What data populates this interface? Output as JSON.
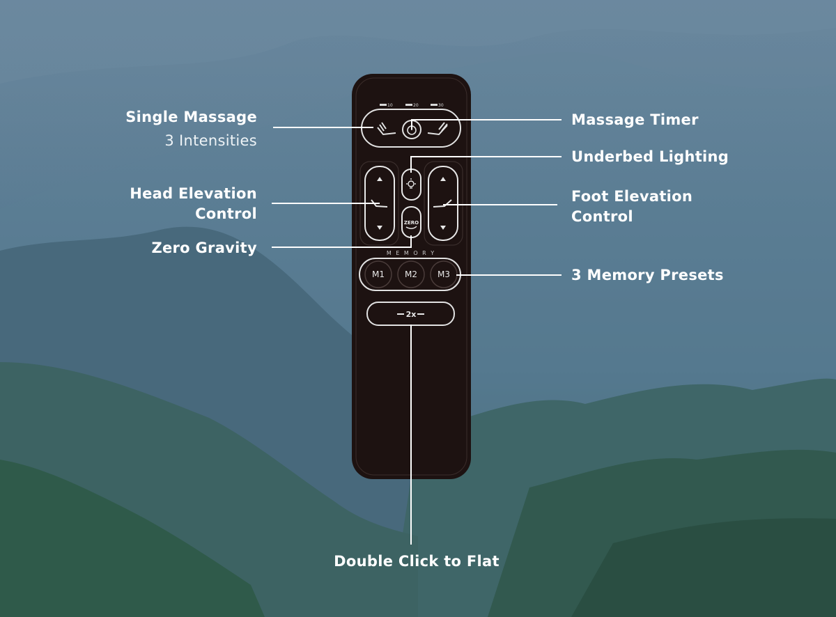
{
  "labels": {
    "single_massage": "Single Massage",
    "intensities": "3 Intensities",
    "head_elevation_1": "Head Elevation",
    "head_elevation_2": "Control",
    "zero_gravity": "Zero Gravity",
    "massage_timer": "Massage Timer",
    "underbed_lighting": "Underbed Lighting",
    "foot_elevation_1": "Foot Elevation",
    "foot_elevation_2": "Control",
    "memory_presets": "3 Memory Presets",
    "double_click": "Double Click to Flat"
  },
  "remote": {
    "timer_marks": [
      "10",
      "20",
      "30"
    ],
    "memory_label": "M E M O R Y",
    "presets": [
      "M1",
      "M2",
      "M3"
    ],
    "zero_label": "ZERO",
    "flat_label": "2x"
  },
  "colors": {
    "remote_body": "#1d1211",
    "remote_outline": "#d8d8d8",
    "callout_line": "#ffffff",
    "label_text": "#ffffff"
  },
  "icons": [
    "massage-left-icon",
    "timer-icon",
    "massage-right-icon",
    "bulb-icon",
    "head-bed-icon",
    "foot-bed-icon",
    "zero-gravity-icon",
    "arrow-up-icon",
    "arrow-down-icon"
  ]
}
